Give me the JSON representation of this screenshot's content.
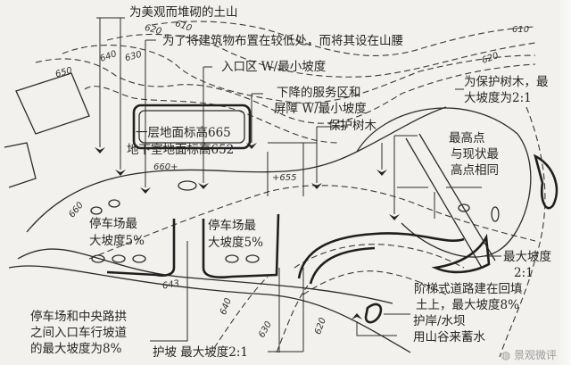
{
  "figure": {
    "annotations": {
      "earth_mound": "为美观而堆砌的土山",
      "building_placement": "为了将建筑物布置在较低处，而将其设在山腰",
      "entry_area": "入口区 W/最小坡度",
      "service_area_line1": "下降的服务区和",
      "service_area_line2": "屏障 W/最小坡度",
      "protect_trees": "保护树木",
      "protect_trees_slope_line1": "为保护树木，最",
      "protect_trees_slope_line2": "大坡度为2:1",
      "first_floor_elevation": "一层地面标高665",
      "basement_elevation": "地下室地面标高652",
      "highest_point_line1": "最高点",
      "highest_point_line2": "与现状最",
      "highest_point_line3": "高点相同",
      "parking_left_line1": "停车场最",
      "parking_left_line2": "大坡度5%",
      "parking_right_line1": "停车场最",
      "parking_right_line2": "大坡度5%",
      "max_slope_line1": "最大坡度",
      "max_slope_line2": "2:1",
      "stepped_road_line1": "阶梯式道路建在回填",
      "stepped_road_line2": "土上，最大坡度8%",
      "revetment": "护岸/水坝",
      "valley_water": "用山谷来蓄水",
      "ramp_line1": "停车场和中央路拱",
      "ramp_line2": "之间入口车行坡道",
      "ramp_line3": "的最大坡度为8%",
      "slope_protection": "护坡 最大坡度2:1"
    },
    "contour_labels": [
      "610",
      "620",
      "630",
      "640",
      "650",
      "660",
      "660+",
      "+655",
      "643",
      "640",
      "630",
      "620",
      "610",
      "620"
    ],
    "watermark": "景观微评"
  }
}
